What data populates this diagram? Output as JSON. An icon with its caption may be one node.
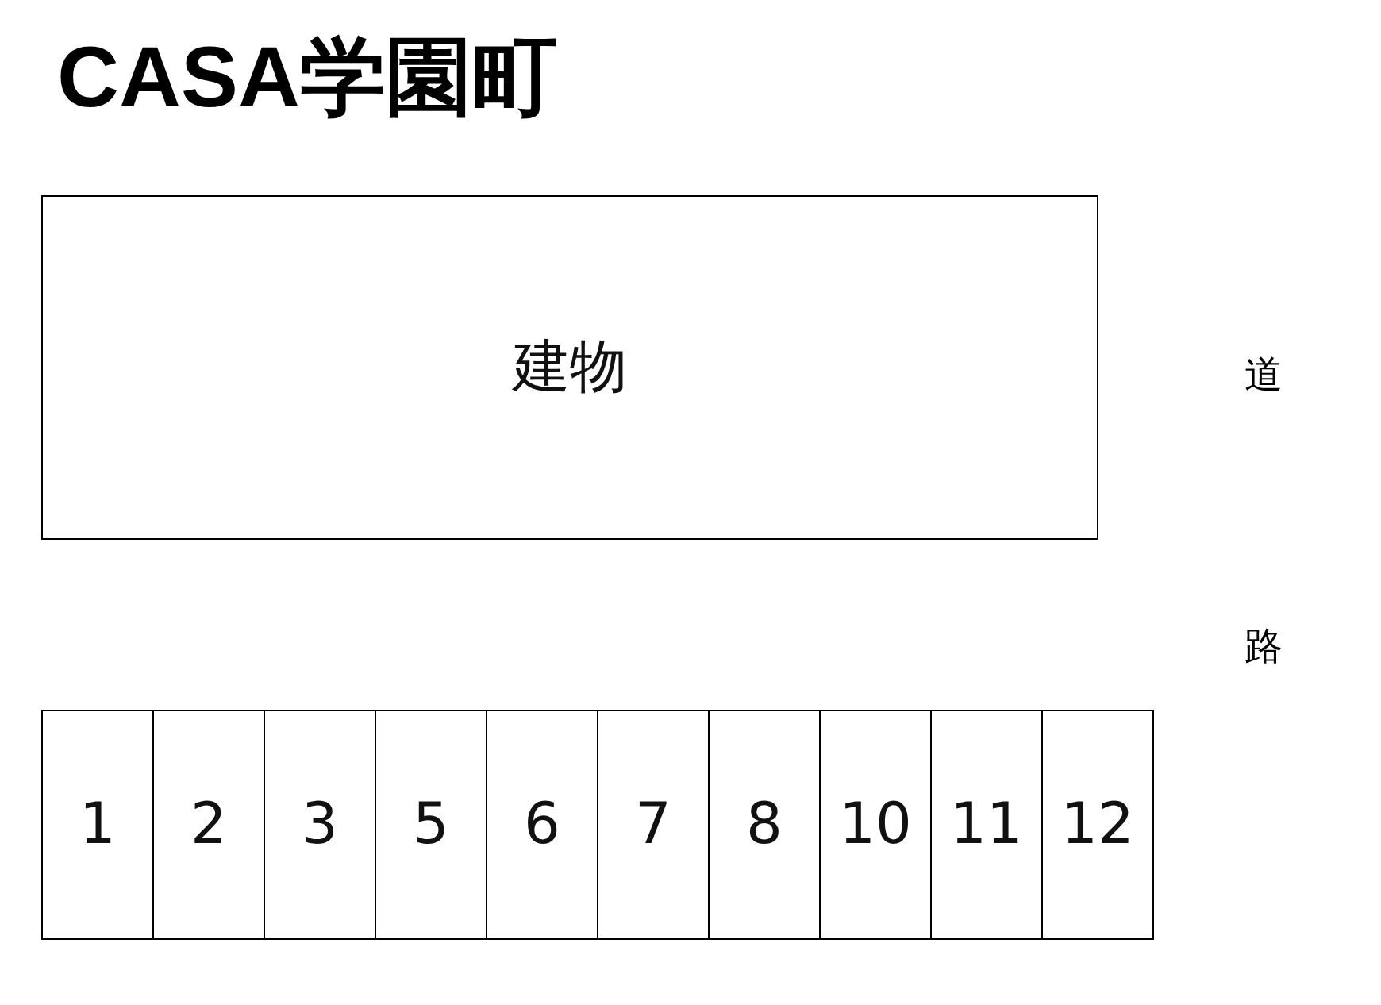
{
  "diagram": {
    "title": "CASA学園町",
    "nodes": [
      {
        "text": [
          "建物"
        ]
      },
      {
        "text": [
          "1"
        ]
      },
      {
        "text": [
          "2"
        ]
      },
      {
        "text": [
          "3"
        ]
      },
      {
        "text": [
          "5"
        ]
      },
      {
        "text": [
          "6"
        ]
      },
      {
        "text": [
          "7"
        ]
      },
      {
        "text": [
          "8"
        ]
      },
      {
        "text": [
          "10"
        ]
      },
      {
        "text": [
          "11"
        ]
      },
      {
        "text": [
          "12"
        ]
      }
    ],
    "edges": [],
    "labels": [
      "道",
      "路"
    ]
  }
}
